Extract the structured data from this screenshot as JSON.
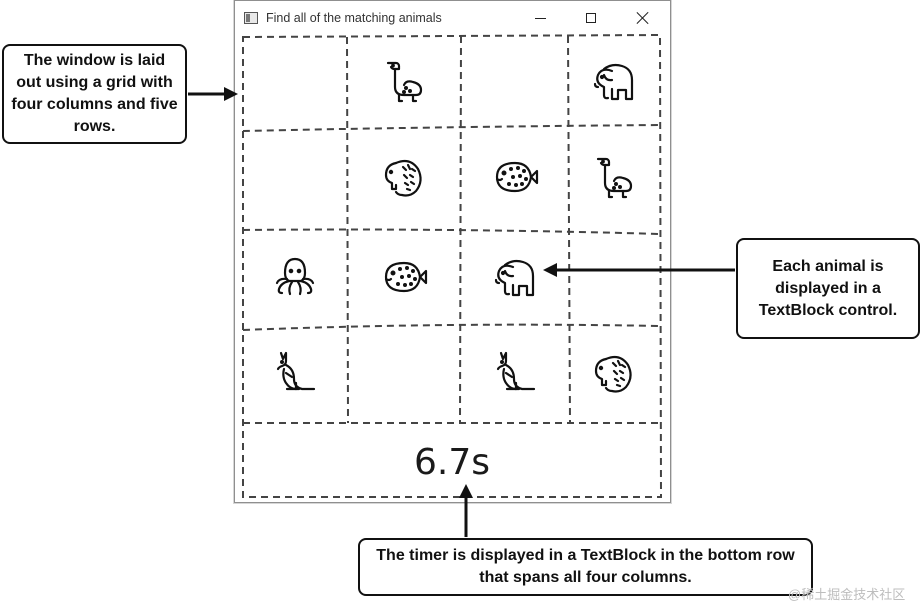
{
  "window": {
    "title": "Find all of the matching animals"
  },
  "grid": {
    "cells": [
      {
        "row": 0,
        "col": 0,
        "animal": ""
      },
      {
        "row": 0,
        "col": 1,
        "animal": "dinosaur-icon"
      },
      {
        "row": 0,
        "col": 2,
        "animal": ""
      },
      {
        "row": 0,
        "col": 3,
        "animal": "elephant-icon"
      },
      {
        "row": 1,
        "col": 0,
        "animal": ""
      },
      {
        "row": 1,
        "col": 1,
        "animal": "hedgehog-icon"
      },
      {
        "row": 1,
        "col": 2,
        "animal": "pufferfish-icon"
      },
      {
        "row": 1,
        "col": 3,
        "animal": "dinosaur-icon"
      },
      {
        "row": 2,
        "col": 0,
        "animal": "octopus-icon"
      },
      {
        "row": 2,
        "col": 1,
        "animal": "pufferfish-icon"
      },
      {
        "row": 2,
        "col": 2,
        "animal": "elephant-icon"
      },
      {
        "row": 2,
        "col": 3,
        "animal": ""
      },
      {
        "row": 3,
        "col": 0,
        "animal": "kangaroo-icon"
      },
      {
        "row": 3,
        "col": 1,
        "animal": ""
      },
      {
        "row": 3,
        "col": 2,
        "animal": "kangaroo-icon"
      },
      {
        "row": 3,
        "col": 3,
        "animal": "hedgehog-icon"
      }
    ]
  },
  "timer": {
    "text": "6.7s"
  },
  "callouts": {
    "grid_note": "The window is laid out using a grid with four columns and five rows.",
    "animal_note": "Each animal is displayed in a TextBlock control.",
    "timer_note": "The timer is displayed in a TextBlock in the bottom row that spans all four columns."
  },
  "watermark": {
    "text": "@稀土掘金技术社区"
  }
}
